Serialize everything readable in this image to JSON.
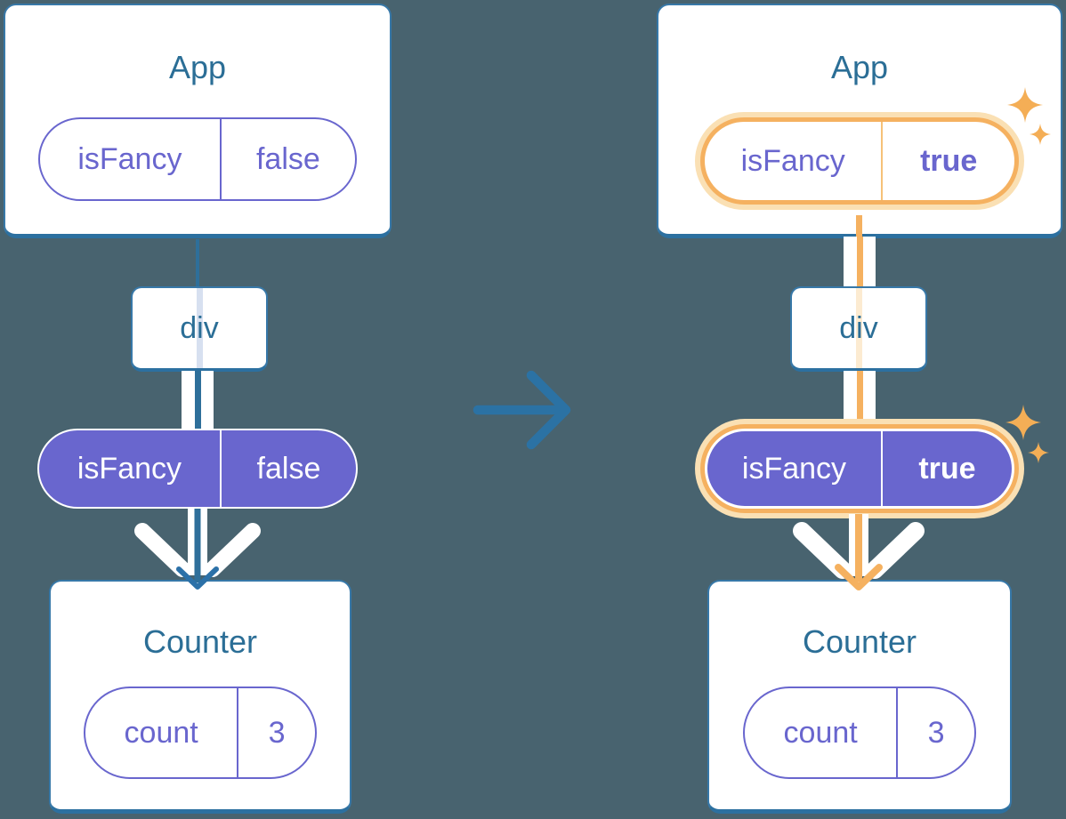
{
  "diagram_description": "Two React component trees showing a prop passing from App through div to Counter, before and after isFancy changes",
  "colors": {
    "background": "#48636F",
    "card_fill": "#FFFFFF",
    "card_border": "#3778A8",
    "card_border_bottom": "#2C70A0",
    "heading_text": "#2B6E96",
    "purple": "#6966CE",
    "blue_line": "#2E6F9A",
    "arrow_blue": "#2C71A8",
    "highlight_orange": "#F5B160",
    "highlight_peach": "#FAE0B4",
    "white": "#FFFFFF"
  },
  "icons": {
    "transition_arrow": "right-arrow",
    "flow_arrow": "down-chevron",
    "sparkle": "four-point-star"
  },
  "before": {
    "app": {
      "title": "App",
      "prop": {
        "name": "isFancy",
        "value": "false"
      }
    },
    "div": {
      "label": "div"
    },
    "passed_prop": {
      "name": "isFancy",
      "value": "false"
    },
    "counter": {
      "title": "Counter",
      "state": {
        "name": "count",
        "value": "3"
      }
    }
  },
  "after": {
    "app": {
      "title": "App",
      "prop": {
        "name": "isFancy",
        "value": "true"
      }
    },
    "div": {
      "label": "div"
    },
    "passed_prop": {
      "name": "isFancy",
      "value": "true"
    },
    "counter": {
      "title": "Counter",
      "state": {
        "name": "count",
        "value": "3"
      }
    }
  }
}
